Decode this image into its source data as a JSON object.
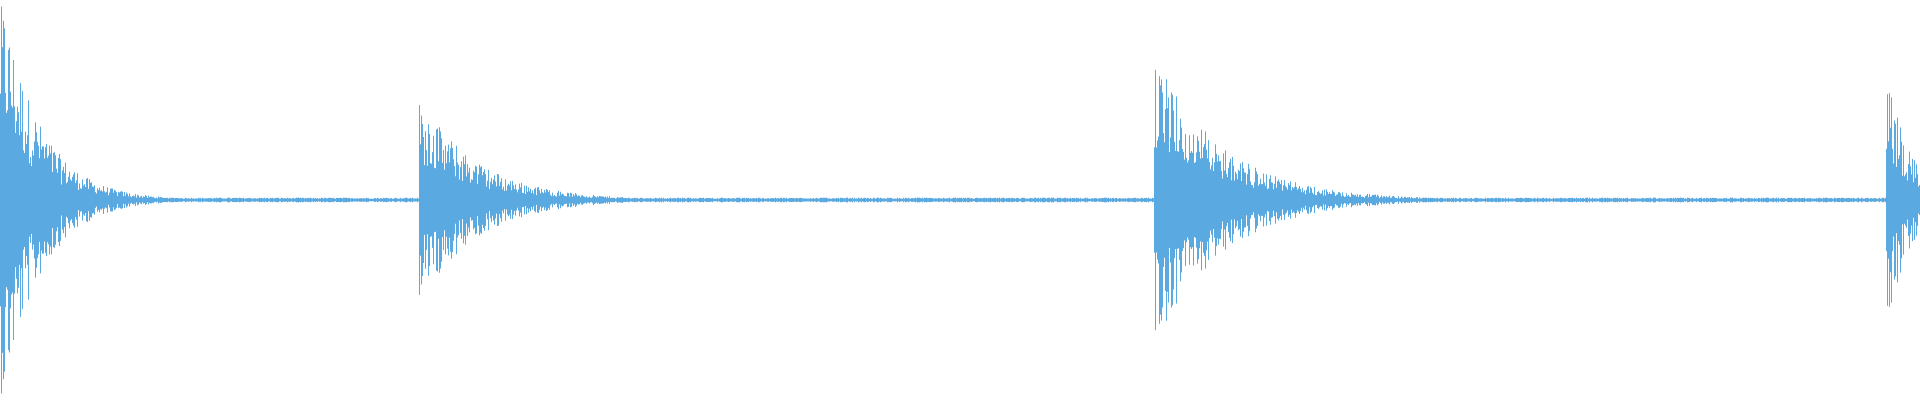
{
  "waveform": {
    "color": "#5aa9e0",
    "background": "#ffffff",
    "baseline_fraction": 0.5,
    "note": "",
    "events": [
      {
        "position": 0.002,
        "peak": 0.98,
        "decay": 0.02
      },
      {
        "position": 0.22,
        "peak": 0.5,
        "decay": 0.03
      },
      {
        "position": 0.603,
        "peak": 0.7,
        "decay": 0.035
      },
      {
        "position": 0.984,
        "peak": 0.6,
        "decay": 0.012
      }
    ]
  }
}
